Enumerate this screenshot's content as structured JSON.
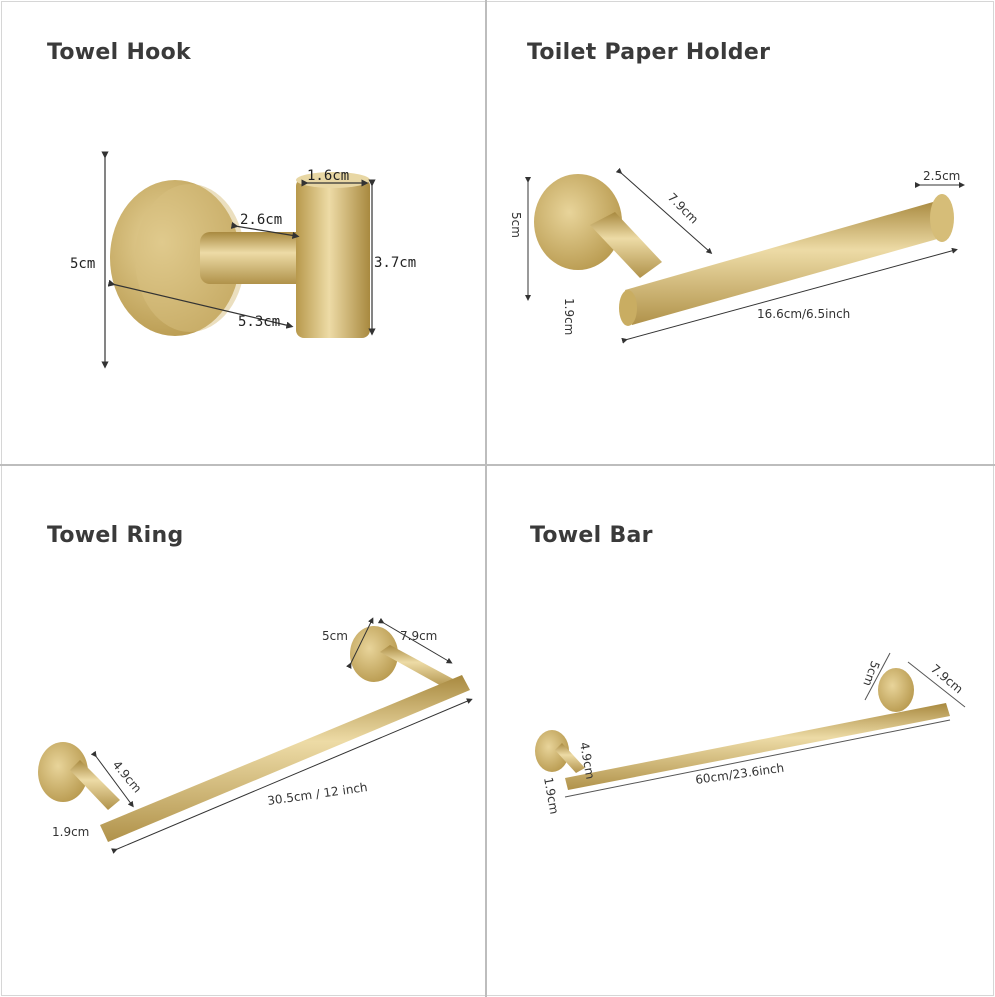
{
  "panels": [
    {
      "title": "Towel Hook",
      "dimensions": [
        "1.6cm",
        "2.6cm",
        "5cm",
        "3.7cm",
        "5.3cm"
      ]
    },
    {
      "title": "Toilet Paper Holder",
      "dimensions": [
        "2.5cm",
        "7.9cm",
        "5cm",
        "1.9cm",
        "16.6cm/6.5inch"
      ]
    },
    {
      "title": "Towel Ring",
      "dimensions": [
        "5cm",
        "7.9cm",
        "4.9cm",
        "30.5cm  / 12 inch",
        "1.9cm"
      ]
    },
    {
      "title": "Towel Bar",
      "dimensions": [
        "5cm",
        "7.9cm",
        "4.9cm",
        "60cm/23.6inch",
        "1.9cm"
      ]
    }
  ],
  "colors": {
    "gold_light": "#e8d49a",
    "gold": "#c9ad62",
    "gold_dark": "#a8893f",
    "divider": "#bdbdbd"
  }
}
